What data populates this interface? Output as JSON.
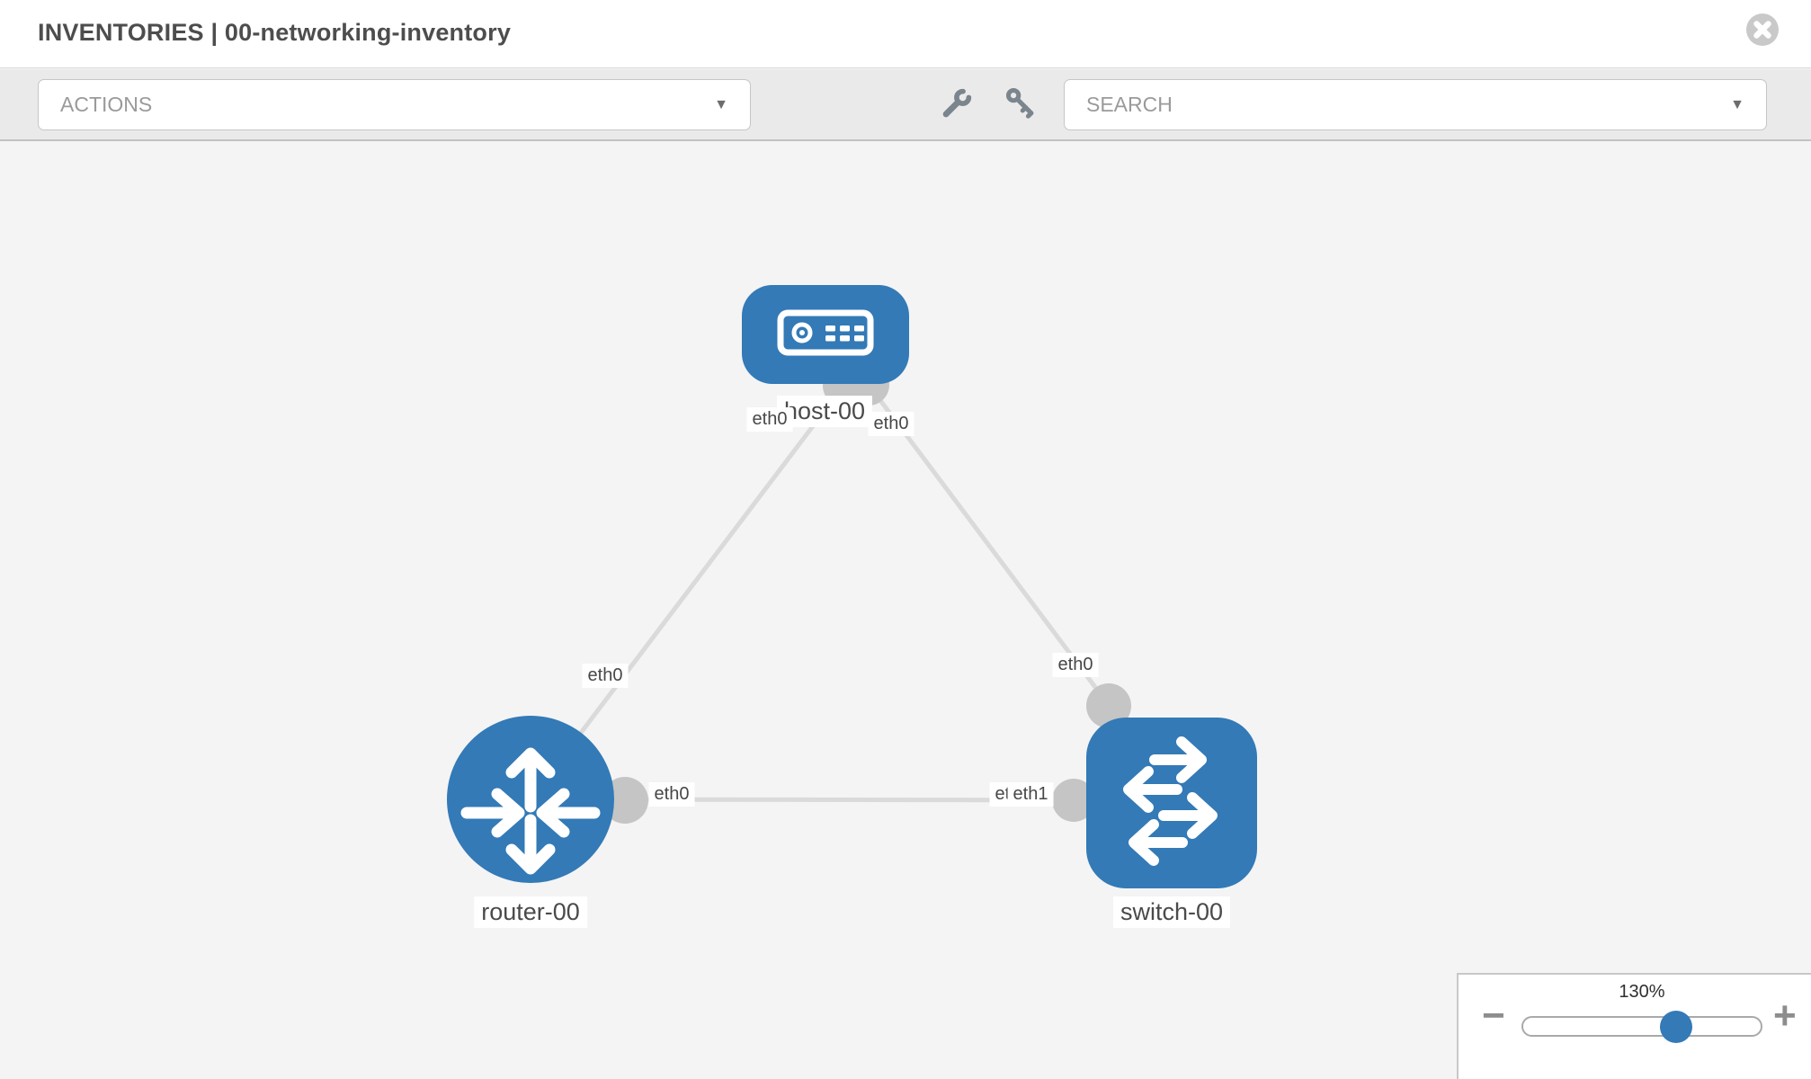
{
  "header": {
    "title": "INVENTORIES | 00-networking-inventory"
  },
  "toolbar": {
    "actions_label": "ACTIONS",
    "search_label": "SEARCH"
  },
  "icons": {
    "close": "x-circle",
    "wrench": "wrench",
    "key": "key",
    "caret_down": "▼",
    "minus": "−",
    "plus": "+"
  },
  "topology": {
    "nodes": [
      {
        "id": "host-00",
        "label": "host-00",
        "type": "host"
      },
      {
        "id": "router-00",
        "label": "router-00",
        "type": "router"
      },
      {
        "id": "switch-00",
        "label": "switch-00",
        "type": "switch"
      }
    ],
    "links": [
      {
        "from": "router-00",
        "from_port": "eth0",
        "to": "host-00",
        "to_port": "eth0"
      },
      {
        "from": "host-00",
        "from_port": "eth0",
        "to": "switch-00",
        "to_port": "eth0"
      },
      {
        "from": "router-00",
        "from_port": "eth0",
        "to": "switch-00",
        "to_port": "eth1",
        "to_port_overlap": "eth0"
      }
    ]
  },
  "zoom_control": {
    "level": "130%"
  },
  "colors": {
    "node_blue": "#337ab7",
    "link_gray": "#dadada",
    "connector_gray": "#c5c5c5",
    "toolbar_bg": "#eaeaea",
    "canvas_bg": "#f4f4f4"
  }
}
